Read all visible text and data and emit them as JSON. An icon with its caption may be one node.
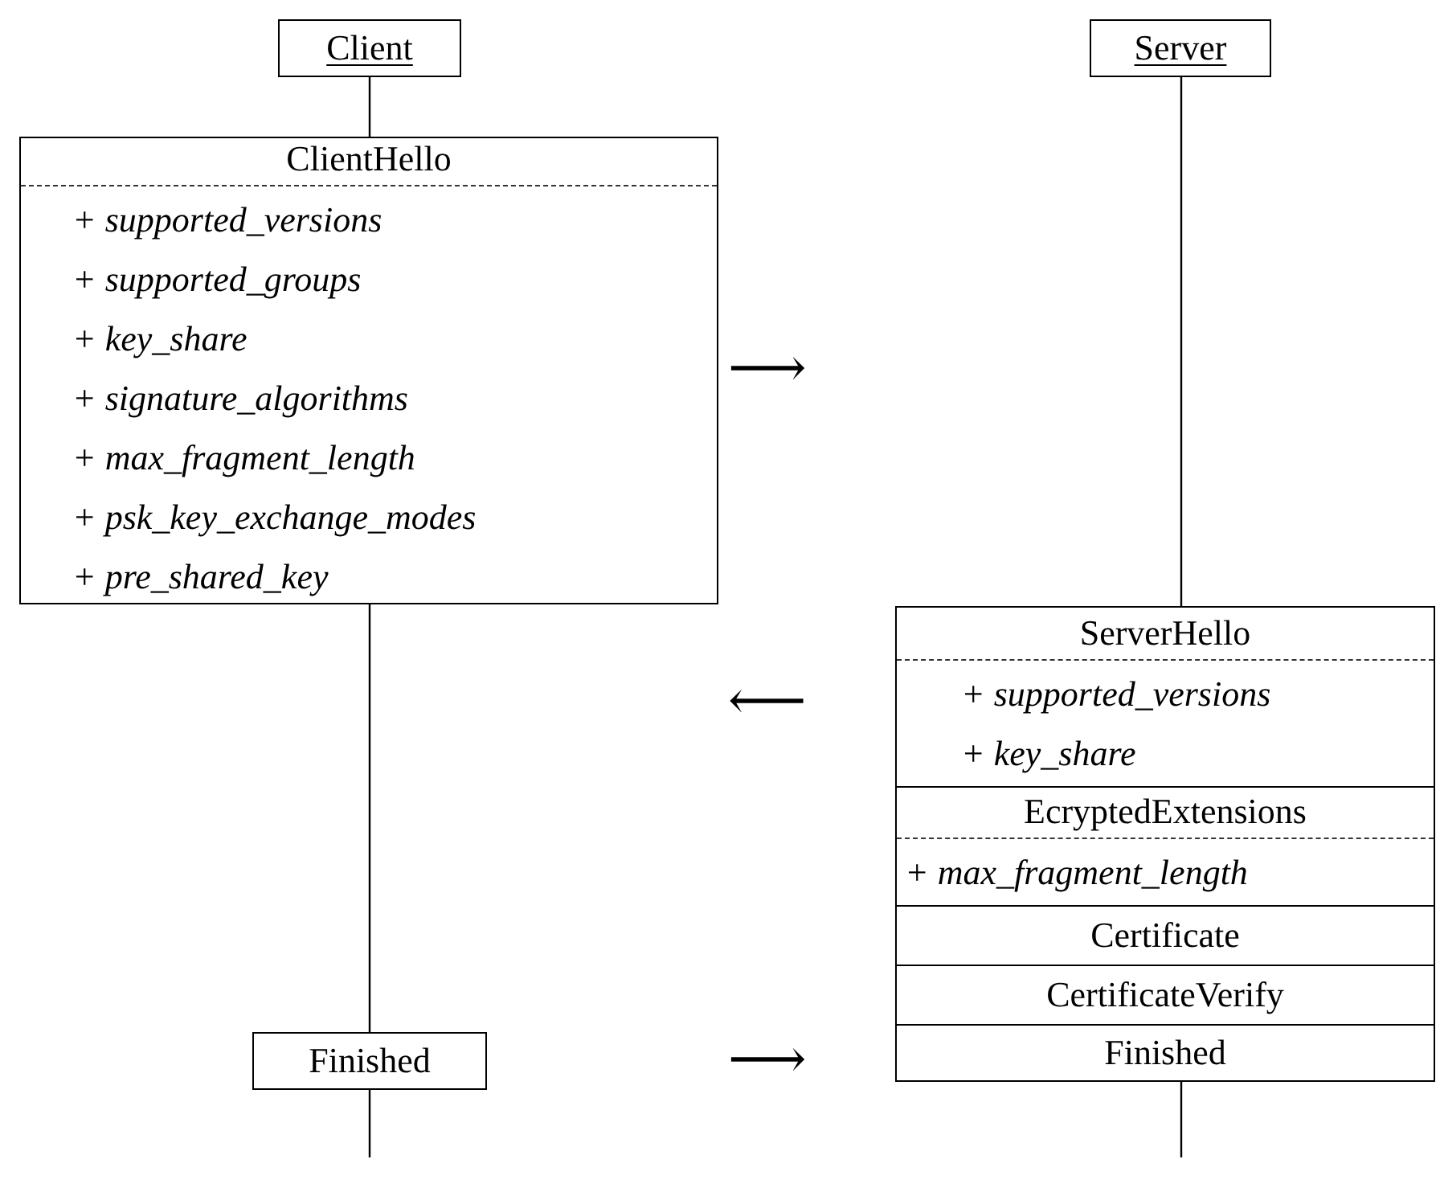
{
  "diagram": {
    "nodes": [
      {
        "text": [
          "Client"
        ]
      },
      {
        "text": [
          "Server"
        ]
      },
      {
        "text": [
          "ClientHello",
          "+ supported_versions",
          "+ supported_groups",
          "+ key_share",
          "+ signature_algorithms",
          "+ max_fragment_length",
          "+ psk_key_exchange_modes",
          "+ pre_shared_key"
        ]
      },
      {
        "text": [
          "ServerHello",
          "+ supported_versions",
          "+ key_share"
        ]
      },
      {
        "text": [
          "EcryptedExtensions",
          "+ max_fragment_length"
        ]
      },
      {
        "text": [
          "Certificate"
        ]
      },
      {
        "text": [
          "CertificateVerify"
        ]
      },
      {
        "text": [
          "Finished"
        ]
      },
      {
        "text": [
          "Finished"
        ]
      }
    ],
    "edges": [
      {
        "from": 0,
        "to": 2,
        "arrow": "none"
      },
      {
        "from": 2,
        "to": 8,
        "arrow": "none"
      },
      {
        "from": 8,
        "to": null,
        "arrow": "none"
      },
      {
        "from": 1,
        "to": 3,
        "arrow": "none"
      },
      {
        "from": 7,
        "to": null,
        "arrow": "none"
      }
    ],
    "labels": [
      "⟶",
      "⟵",
      "⟶"
    ]
  }
}
